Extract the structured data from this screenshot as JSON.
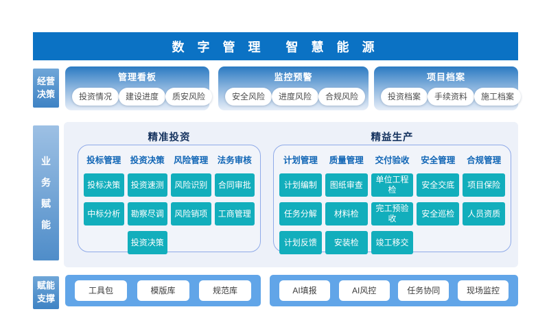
{
  "banner": {
    "title_left": "数 字 管 理",
    "title_right": "智 慧 能 源"
  },
  "row1": {
    "sidebar": {
      "line1": "经营",
      "line2": "决策"
    },
    "panels": [
      {
        "title": "管理看板",
        "buttons": [
          "投资情况",
          "建设进度",
          "质安风险"
        ]
      },
      {
        "title": "监控预警",
        "buttons": [
          "安全风险",
          "进度风险",
          "合规风险"
        ]
      },
      {
        "title": "项目档案",
        "buttons": [
          "投资档案",
          "手续资料",
          "施工档案"
        ]
      }
    ]
  },
  "row2": {
    "sidebar": {
      "chars": [
        "业",
        "务",
        "赋",
        "能"
      ]
    },
    "sections": [
      {
        "title": "精准投资",
        "columns": [
          {
            "header": "投标管理",
            "items": [
              "投标决策",
              "中标分析"
            ]
          },
          {
            "header": "投资决策",
            "items": [
              "投资速测",
              "勘察尽调",
              "投资决策"
            ]
          },
          {
            "header": "风险管理",
            "items": [
              "风险识别",
              "风险销项"
            ]
          },
          {
            "header": "法务审核",
            "items": [
              "合同审批",
              "工商管理"
            ]
          }
        ]
      },
      {
        "title": "精益生产",
        "columns": [
          {
            "header": "计划管理",
            "items": [
              "计划编制",
              "任务分解",
              "计划反馈"
            ]
          },
          {
            "header": "质量管理",
            "items": [
              "图纸审查",
              "材料检",
              "安装检"
            ]
          },
          {
            "header": "交付验收",
            "items": [
              "单位工程检",
              "完工预验收",
              "竣工移交"
            ]
          },
          {
            "header": "安全管理",
            "items": [
              "安全交底",
              "安全巡检"
            ]
          },
          {
            "header": "合规管理",
            "items": [
              "项目保险",
              "人员资质"
            ]
          }
        ]
      }
    ]
  },
  "row3": {
    "sidebar": {
      "line1": "赋能",
      "line2": "支撑"
    },
    "panels": [
      {
        "buttons": [
          "工具包",
          "模版库",
          "规范库"
        ]
      },
      {
        "buttons": [
          "AI填报",
          "AI风控",
          "任务协同",
          "现场监控"
        ]
      }
    ]
  },
  "colors": {
    "banner_blue": "#0b72c4",
    "module_teal": "#12aebc",
    "column_header_blue": "#1065b5",
    "section_title_navy": "#14325e",
    "support_panel_blue": "#61a5e8",
    "panel_background": "#edf1f9"
  }
}
